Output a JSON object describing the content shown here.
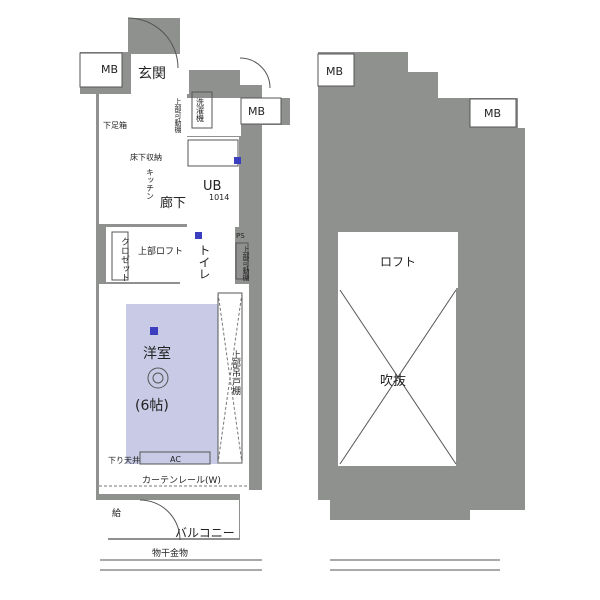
{
  "plan_left": {
    "mb_top_left": "MB",
    "mb_mid": "MB",
    "entrance": "玄関",
    "washer": "洗濯機",
    "wardrobe": "上部可動棚",
    "shoe": "下足箱",
    "floor_storage": "床下収納",
    "kitchen": "キッチン",
    "ub": "UB",
    "ub_size": "1014",
    "hall": "廊下",
    "ps": "PS",
    "closet": "クロゼット",
    "loft_upper": "上部ロフト",
    "toilet": "トイレ",
    "shelf_upper": "上部可動棚",
    "room_name": "洋室",
    "room_size": "(6帖)",
    "upper_door": "上部吊戸棚",
    "ceiling_low": "下り天井",
    "ac": "AC",
    "curtain": "カーテンレール(W)",
    "supply": "給",
    "balcony": "バルコニー",
    "hanger": "物干金物"
  },
  "plan_right": {
    "mb_top_left": "MB",
    "mb_right": "MB",
    "loft": "ロフト",
    "void": "吹抜"
  },
  "colors": {
    "wall": "#8f918f",
    "accent": "#3b3fbf",
    "room_highlight": "#c9cbe6"
  }
}
